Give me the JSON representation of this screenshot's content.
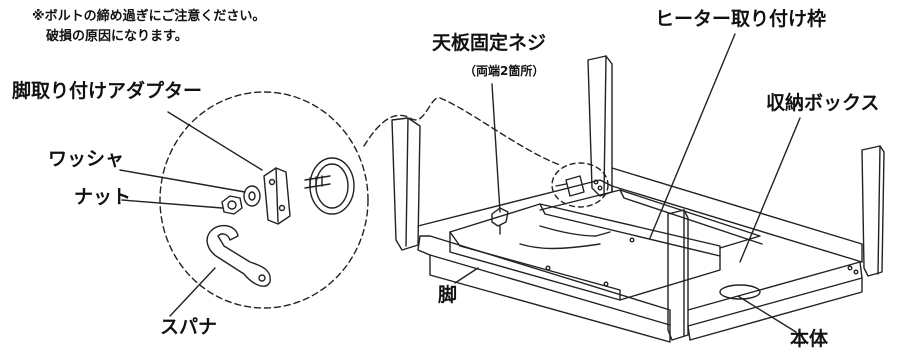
{
  "note": {
    "line1": "※ボルトの締め過ぎにご注意ください。",
    "line2": "破損の原因になります。"
  },
  "labels": {
    "top_screw": "天板固定ネジ",
    "top_screw_sub": "（両端2箇所）",
    "heater_frame": "ヒーター取り付け枠",
    "storage_box": "収納ボックス",
    "leg_adapter": "脚取り付けアダプター",
    "washer": "ワッシャ",
    "nut": "ナット",
    "spanner": "スパナ",
    "leg": "脚",
    "body": "本体"
  }
}
